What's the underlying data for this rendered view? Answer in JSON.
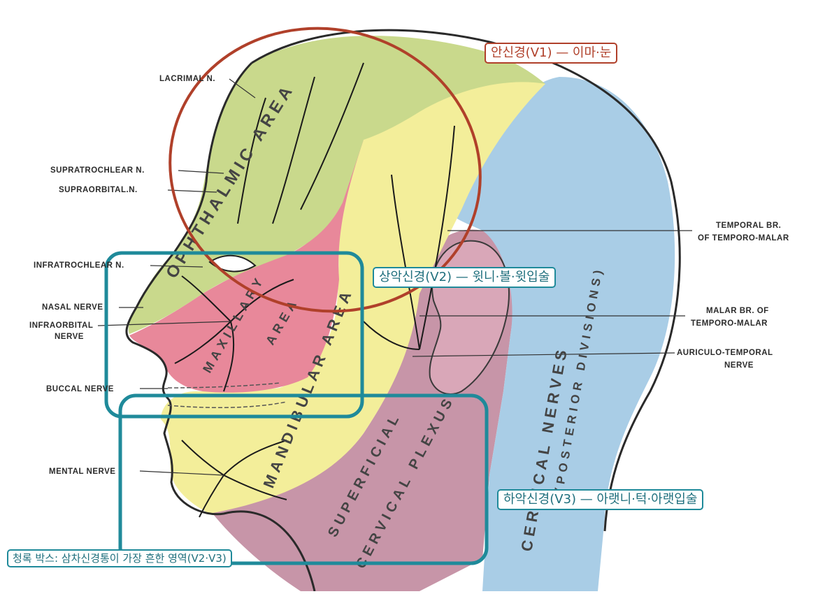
{
  "nerve_labels": {
    "lacrimal": "LACRIMAL N.",
    "supratrochlear": "SUPRATROCHLEAR N.",
    "supraorbital": "SUPRAORBITAL.N.",
    "infratrochlear": "INFRATROCHLEAR N.",
    "nasal": "NASAL NERVE",
    "infraorbital_1": "INFRAORBITAL",
    "infraorbital_2": "NERVE",
    "buccal": "BUCCAL NERVE",
    "mental": "MENTAL NERVE",
    "temporal_1": "TEMPORAL BR.",
    "temporal_2": "OF TEMPORO-MALAR",
    "malar_1": "MALAR BR. OF",
    "malar_2": "TEMPORO-MALAR",
    "auriculo_1": "AURICULO-TEMPORAL",
    "auriculo_2": "NERVE"
  },
  "area_labels": {
    "ophthalmic": "OPHTHALMIC AREA",
    "maxillary_1": "MAXILLARY",
    "maxillary_2": "AREA",
    "mandibular": "MANDIBULAR AREA",
    "superficial_1": "SUPERFICIAL",
    "superficial_2": "CERVICAL PLEXUS",
    "cervical": "CERVICAL NERVES",
    "posterior": "(POSTERIOR DIVISIONS)"
  },
  "callouts": {
    "v1": "안신경(V1) — 이마·눈",
    "v2": "상악신경(V2) — 윗니·볼·윗입술",
    "v3": "하악신경(V3) — 아랫니·턱·아랫입술",
    "note": "청록 박스: 삼차신경통이 가장 흔한 영역(V2·V3)"
  },
  "colors": {
    "ophthalmic": "#c9d98c",
    "maxillary": "#e8889a",
    "mandibular": "#f3ee9a",
    "cervical_nerves": "#a9cde6",
    "superficial_plexus": "#c795a8",
    "v1_highlight": "#b0402a",
    "v2_v3_highlight": "#1f8a9a"
  }
}
